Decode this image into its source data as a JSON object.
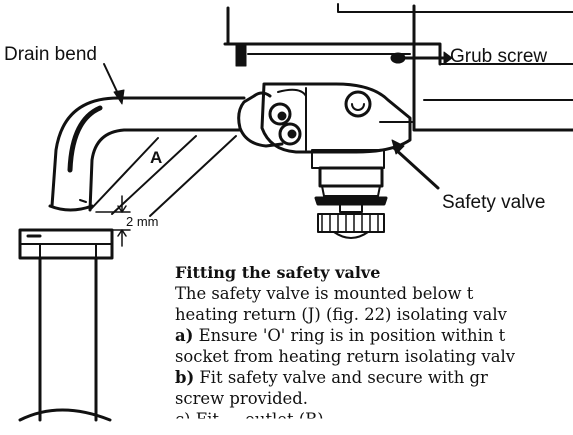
{
  "labels": {
    "drain_bend": "Drain bend",
    "grub_screw": "Grub screw",
    "safety_valve": "Safety valve",
    "dim_2mm": "2 mm",
    "part_a": "A"
  },
  "text": {
    "heading": "Fitting the safety valve",
    "line1": "The safety valve is mounted below t",
    "line2": "heating return (J) (fig. 22) isolating valv",
    "line3_prefix": "a)",
    "line3_rest": " Ensure 'O' ring is in position within t",
    "line4": "socket from heating return isolating valv",
    "line5_prefix": "b)",
    "line5_rest": " Fit safety valve and secure with gr",
    "line6": "screw provided.",
    "line7_partial": "c) Fit ... outlet (B)"
  },
  "colors": {
    "ink": "#111111",
    "paper": "#ffffff"
  }
}
